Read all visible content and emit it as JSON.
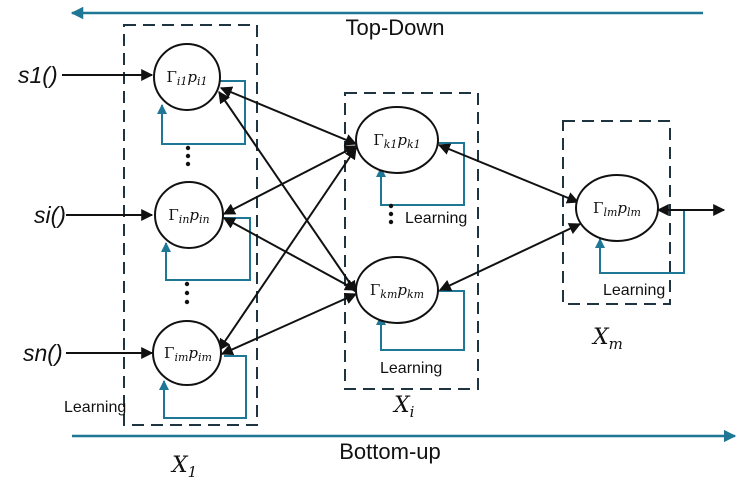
{
  "flows": {
    "top_down": {
      "label": "Top-Down",
      "direction": "right-to-left"
    },
    "bottom_up": {
      "label": "Bottom-up",
      "direction": "left-to-right"
    }
  },
  "colors": {
    "flow_arrow": "#1f7796",
    "learning_loop": "#1f7796",
    "group_border": "#1e3440",
    "edge": "#111111"
  },
  "inputs": [
    {
      "label": "s1()",
      "target": "i1"
    },
    {
      "label": "si()",
      "target": "in"
    },
    {
      "label": "sn()",
      "target": "im"
    }
  ],
  "groups": [
    {
      "id": "X1",
      "label": "X",
      "sub": "1",
      "learning_label": "Learning",
      "nodes": [
        {
          "id": "i1",
          "gamma": "Γ",
          "sub": "i1",
          "p": "p"
        },
        {
          "id": "in",
          "gamma": "Γ",
          "sub": "in",
          "p": "p"
        },
        {
          "id": "im",
          "gamma": "Γ",
          "sub": "im",
          "p": "p"
        }
      ]
    },
    {
      "id": "Xi",
      "label": "X",
      "sub": "i",
      "learning_labels": [
        "Learning",
        "Learning"
      ],
      "nodes": [
        {
          "id": "k1",
          "gamma": "Γ",
          "sub": "k1",
          "p": "p"
        },
        {
          "id": "km",
          "gamma": "Γ",
          "sub": "km",
          "p": "p"
        }
      ]
    },
    {
      "id": "Xm",
      "label": "X",
      "sub": "m",
      "learning_label": "Learning",
      "nodes": [
        {
          "id": "lm",
          "gamma": "Γ",
          "sub": "lm",
          "p": "p"
        }
      ]
    }
  ],
  "edges": [
    {
      "from": "i1",
      "to": "k1",
      "bidirectional": true
    },
    {
      "from": "i1",
      "to": "km",
      "bidirectional": true
    },
    {
      "from": "in",
      "to": "k1",
      "bidirectional": true
    },
    {
      "from": "in",
      "to": "km",
      "bidirectional": true
    },
    {
      "from": "im",
      "to": "k1",
      "bidirectional": true
    },
    {
      "from": "im",
      "to": "km",
      "bidirectional": true
    },
    {
      "from": "k1",
      "to": "lm",
      "bidirectional": true
    },
    {
      "from": "km",
      "to": "lm",
      "bidirectional": true
    },
    {
      "from": "lm",
      "to": "output",
      "bidirectional": false
    }
  ],
  "ellipsis": "⋮"
}
